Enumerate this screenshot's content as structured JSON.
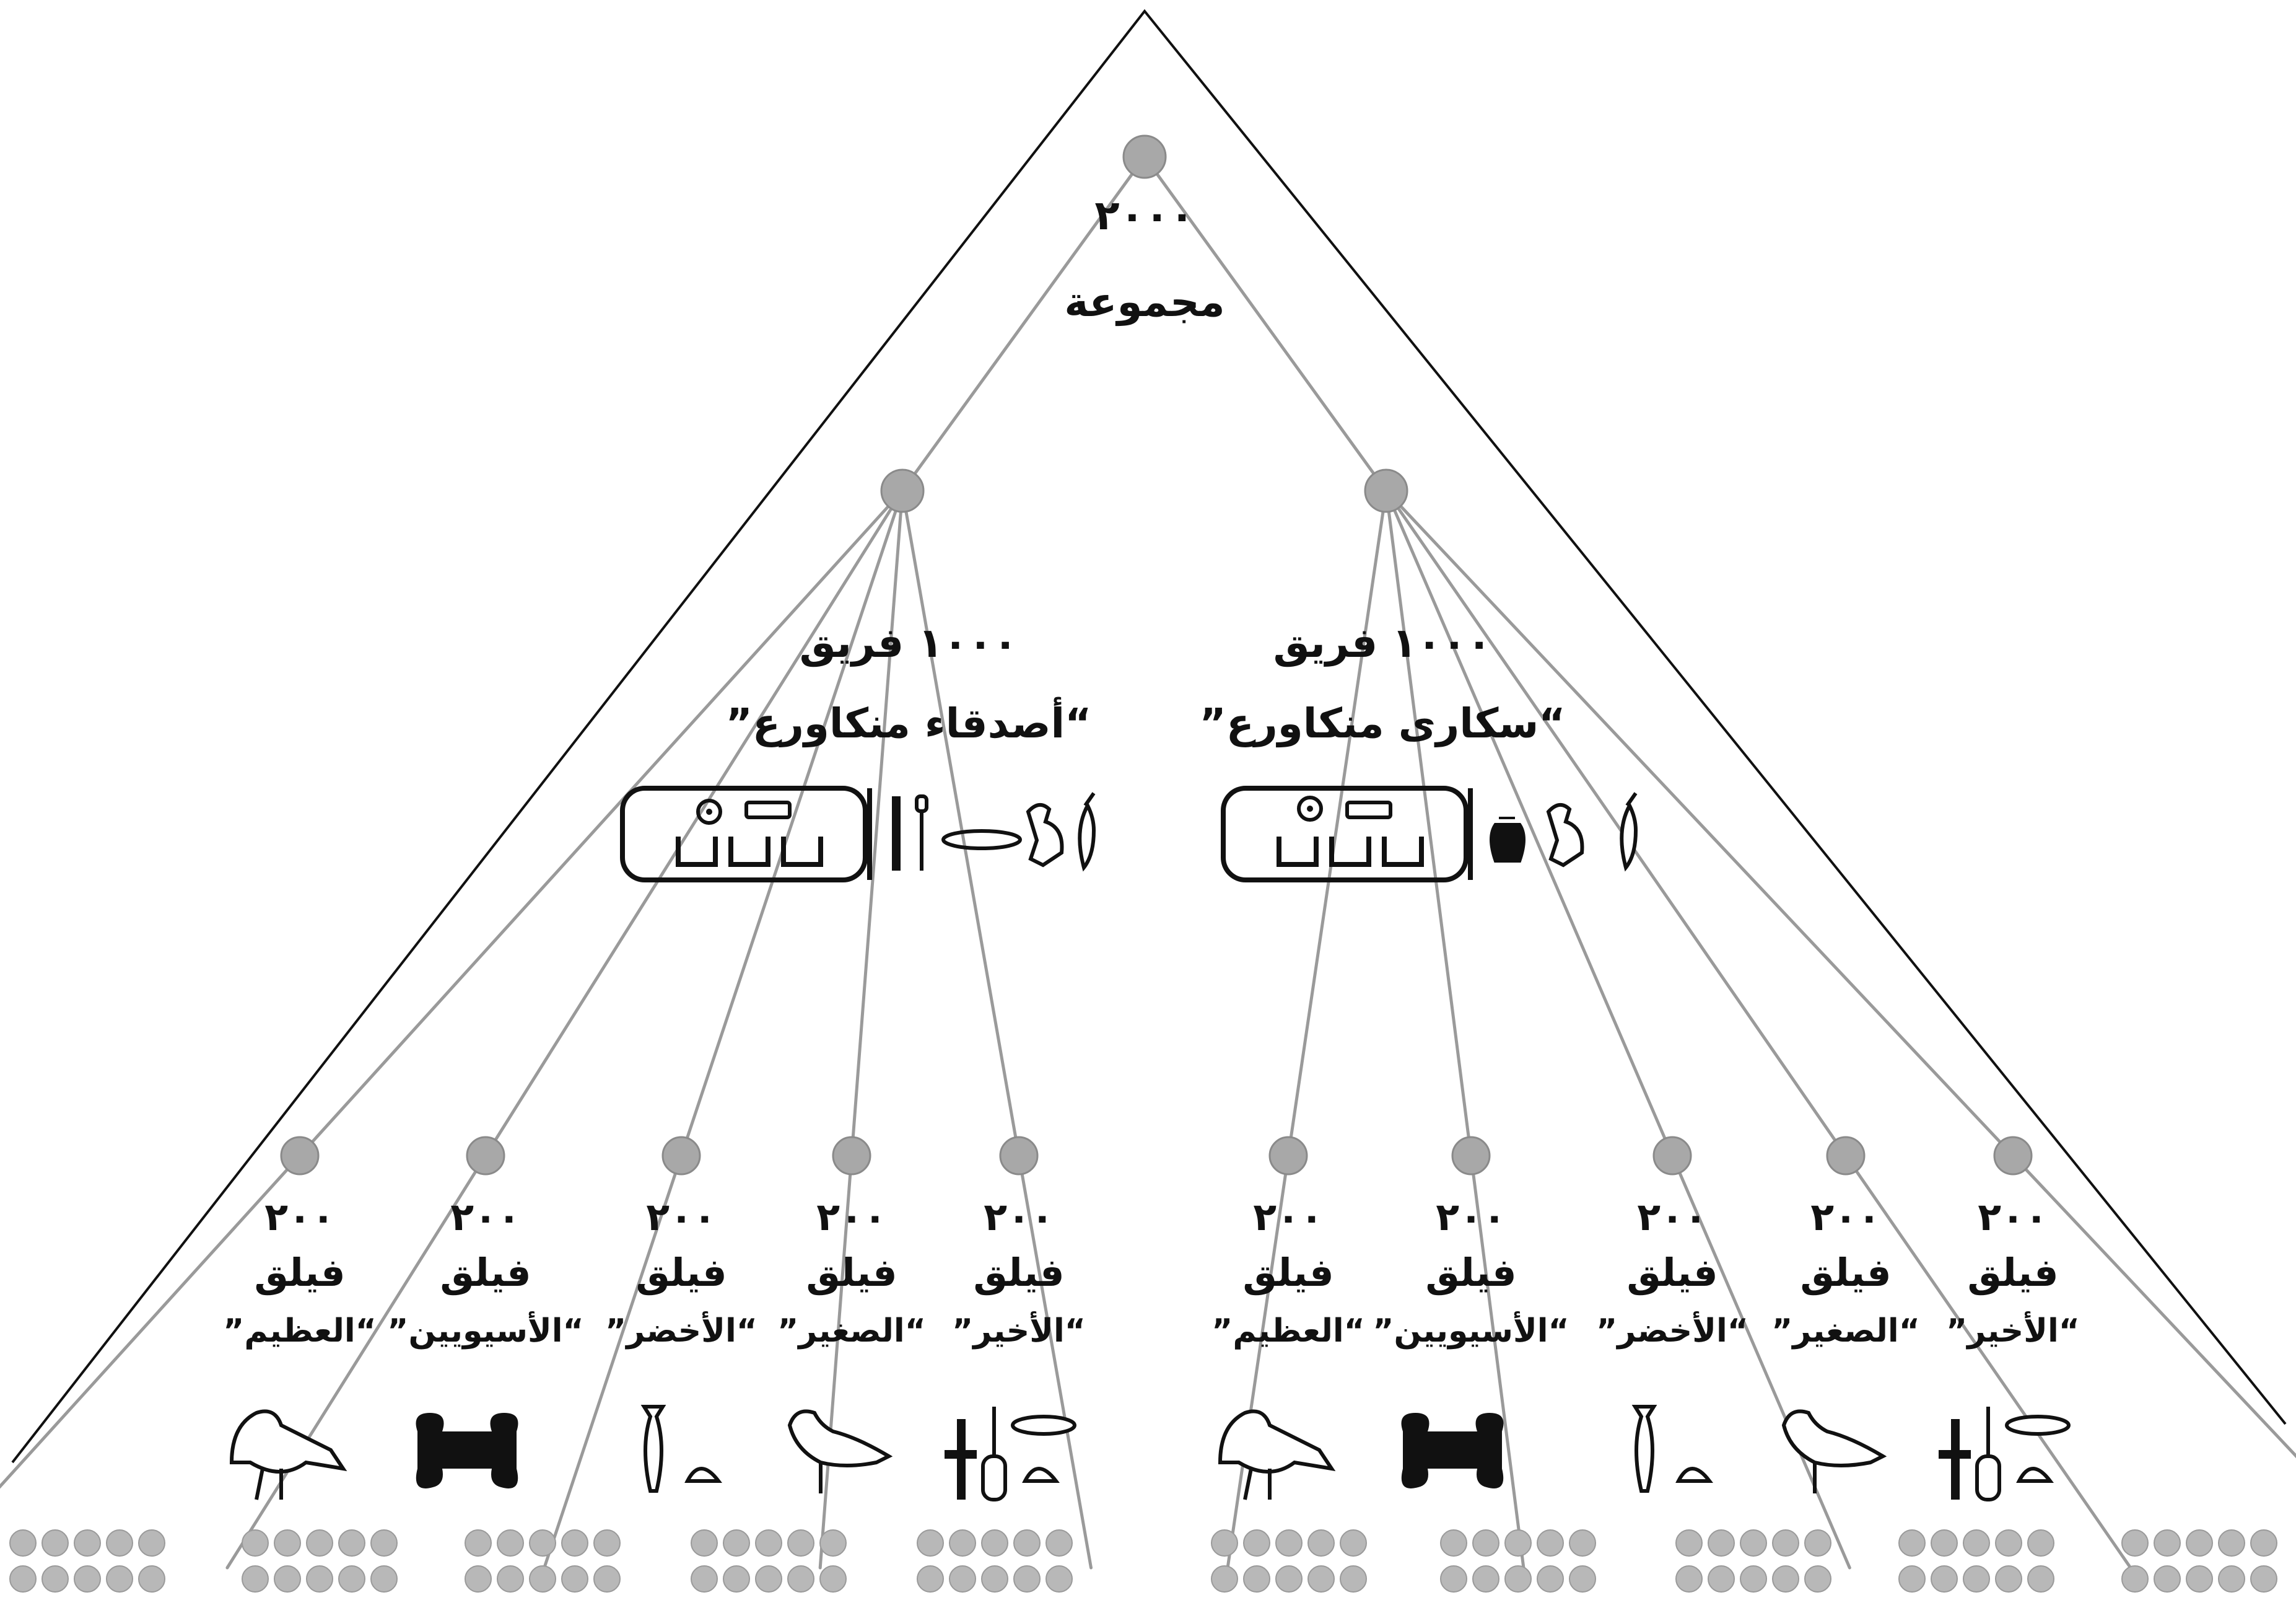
{
  "colors": {
    "outline": "#111111",
    "branch": "#9a9a9a",
    "node": "#a8a8a8",
    "node_stroke": "#8a8a8a",
    "text": "#111111",
    "soldier": "#b8b8b8"
  },
  "apex": {
    "number": "٢٠٠٠",
    "label": "مجموعة"
  },
  "teams": [
    {
      "id": "friends",
      "count_label": "١٠٠٠ فريق",
      "name": "“أصدقاء منكاورع”",
      "glyph_icons": [
        "reed-leaf-icon",
        "quail-chick-icon",
        "mouth-icon",
        "flagstaff-icon",
        "cartouche-icon"
      ]
    },
    {
      "id": "drunkards",
      "count_label": "١٠٠٠ فريق",
      "name": "“سكارى منكاورع”",
      "glyph_icons": [
        "reed-leaf-icon",
        "quail-chick-icon",
        "jar-icon",
        "cartouche-icon"
      ]
    }
  ],
  "phyles": [
    {
      "number": "٢٠٠",
      "label": "فيلق",
      "name": "“العظيم”",
      "glyph_icon": "vulture-icon"
    },
    {
      "number": "٢٠٠",
      "label": "فيلق",
      "name": "“الأسيويين”",
      "glyph_icon": "bone-icon"
    },
    {
      "number": "٢٠٠",
      "label": "فيلق",
      "name": "“الأخضر”",
      "glyph_icon": "papyrus-bread-icon"
    },
    {
      "number": "٢٠٠",
      "label": "فيلق",
      "name": "“الصغير”",
      "glyph_icon": "swallow-icon"
    },
    {
      "number": "٢٠٠",
      "label": "فيلق",
      "name": "“الأخير”",
      "glyph_icon": "heart-windpipe-icon"
    },
    {
      "number": "٢٠٠",
      "label": "فيلق",
      "name": "“العظيم”",
      "glyph_icon": "vulture-icon"
    },
    {
      "number": "٢٠٠",
      "label": "فيلق",
      "name": "“الأسيويين”",
      "glyph_icon": "bone-icon"
    },
    {
      "number": "٢٠٠",
      "label": "فيلق",
      "name": "“الأخضر”",
      "glyph_icon": "papyrus-bread-icon"
    },
    {
      "number": "٢٠٠",
      "label": "فيلق",
      "name": "“الصغير”",
      "glyph_icon": "swallow-icon"
    },
    {
      "number": "٢٠٠",
      "label": "فيلق",
      "name": "“الأخير”",
      "glyph_icon": "heart-windpipe-icon"
    }
  ]
}
